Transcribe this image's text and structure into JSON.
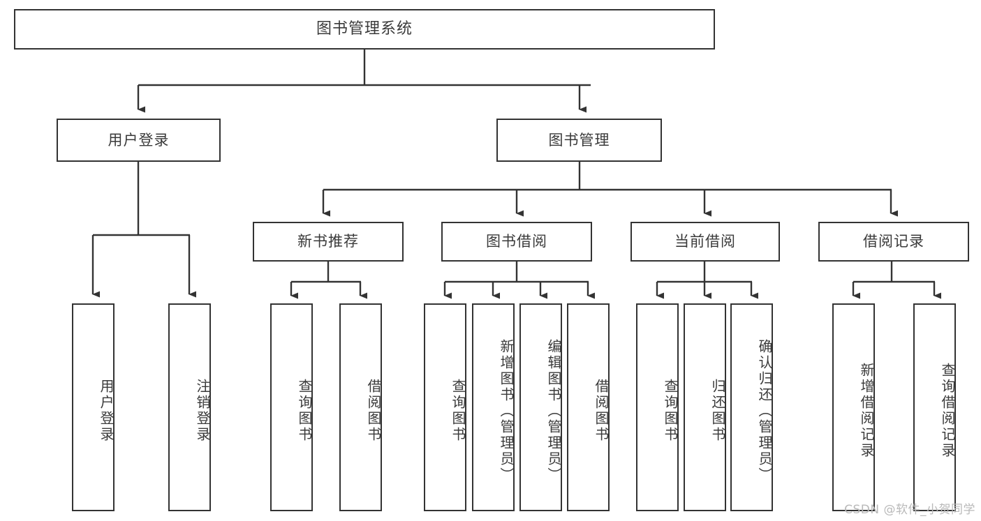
{
  "diagram": {
    "title": "图书管理系统",
    "watermark": "CSDN @软件_小贺同学",
    "colors": {
      "node_border": "#333333",
      "node_fill": "#ffffff",
      "text": "#3a3a3a",
      "edge": "#333333",
      "watermark": "#b9b9b9",
      "background": "#ffffff"
    },
    "levels": {
      "level0": [
        {
          "id": "root",
          "label": "图书管理系统"
        }
      ],
      "level1": [
        {
          "id": "login",
          "label": "用户登录"
        },
        {
          "id": "bookmgmt",
          "label": "图书管理"
        }
      ],
      "level2": [
        {
          "id": "newbook",
          "label": "新书推荐"
        },
        {
          "id": "borrow",
          "label": "图书借阅"
        },
        {
          "id": "current",
          "label": "当前借阅"
        },
        {
          "id": "records",
          "label": "借阅记录"
        }
      ],
      "level3": [
        {
          "id": "login-1",
          "parent": "login",
          "label": "用户登录"
        },
        {
          "id": "login-2",
          "parent": "login",
          "label": "注销登录"
        },
        {
          "id": "newbook-1",
          "parent": "newbook",
          "label": "查询图书"
        },
        {
          "id": "newbook-2",
          "parent": "newbook",
          "label": "借阅图书"
        },
        {
          "id": "borrow-1",
          "parent": "borrow",
          "label": "查询图书"
        },
        {
          "id": "borrow-2",
          "parent": "borrow",
          "label": "新增图书（管理员）"
        },
        {
          "id": "borrow-3",
          "parent": "borrow",
          "label": "编辑图书（管理员）"
        },
        {
          "id": "borrow-4",
          "parent": "borrow",
          "label": "借阅图书"
        },
        {
          "id": "current-1",
          "parent": "current",
          "label": "查询图书"
        },
        {
          "id": "current-2",
          "parent": "current",
          "label": "归还图书"
        },
        {
          "id": "current-3",
          "parent": "current",
          "label": "确认归还（管理员）"
        },
        {
          "id": "records-1",
          "parent": "records",
          "label": "新增借阅记录"
        },
        {
          "id": "records-2",
          "parent": "records",
          "label": "查询借阅记录"
        }
      ]
    }
  }
}
